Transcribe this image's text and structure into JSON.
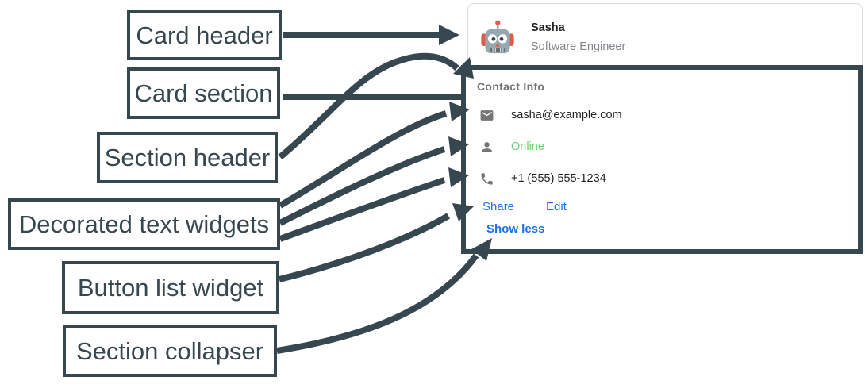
{
  "annotations": {
    "labels": [
      {
        "text": "Card header"
      },
      {
        "text": "Card section"
      },
      {
        "text": "Section header"
      },
      {
        "text": "Decorated text widgets"
      },
      {
        "text": "Button list widget"
      },
      {
        "text": "Section collapser"
      }
    ]
  },
  "card": {
    "header": {
      "avatar_icon": "robot-avatar",
      "name": "Sasha",
      "role": "Software Engineer"
    },
    "section": {
      "title": "Contact Info",
      "rows": [
        {
          "icon": "email-icon",
          "text": "sasha@example.com"
        },
        {
          "icon": "person-icon",
          "text": "Online",
          "status_color": "#6fce73"
        },
        {
          "icon": "phone-icon",
          "text": "+1 (555) 555-1234"
        }
      ],
      "buttons": [
        {
          "label": "Share"
        },
        {
          "label": "Edit"
        }
      ],
      "collapser_label": "Show less"
    }
  },
  "colors": {
    "annotation_dark": "#37474f",
    "link_blue": "#1a73e8",
    "online_green": "#6fce73",
    "icon_gray": "#757575",
    "card_border": "#dadce0"
  }
}
